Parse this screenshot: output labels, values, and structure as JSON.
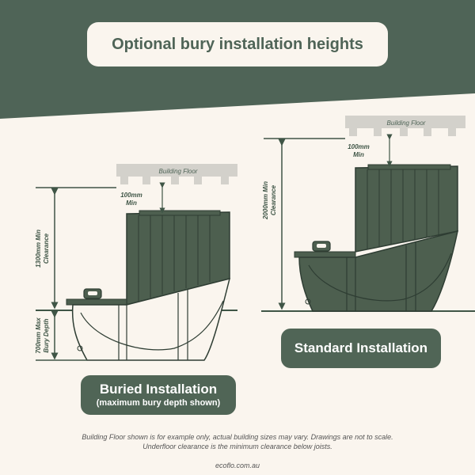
{
  "header": {
    "title": "Optional bury installation heights"
  },
  "buried": {
    "floor_label": "Building Floor",
    "gap_label_line1": "100mm",
    "gap_label_line2": "Min",
    "clearance_line1": "1300mm Min",
    "clearance_line2": "Clearance",
    "depth_line1": "700mm Max",
    "depth_line2": "Bury Depth",
    "title": "Buried Installation",
    "subtitle": "(maximum bury depth shown)"
  },
  "standard": {
    "floor_label": "Building Floor",
    "gap_label_line1": "100mm",
    "gap_label_line2": "Min",
    "clearance_line1": "2000mm Min",
    "clearance_line2": "Clearance",
    "title": "Standard Installation"
  },
  "footer": {
    "note_line1": "Building Floor shown is for example only, actual building sizes may vary. Drawings are not to scale.",
    "note_line2": "Underfloor clearance is the minimum clearance below joists.",
    "website": "ecoflo.com.au"
  },
  "colors": {
    "dark_green": "#4f6457",
    "tank_green": "#4d5f4f",
    "floor_grey": "#d3d1cb",
    "background": "#faf5ee"
  }
}
